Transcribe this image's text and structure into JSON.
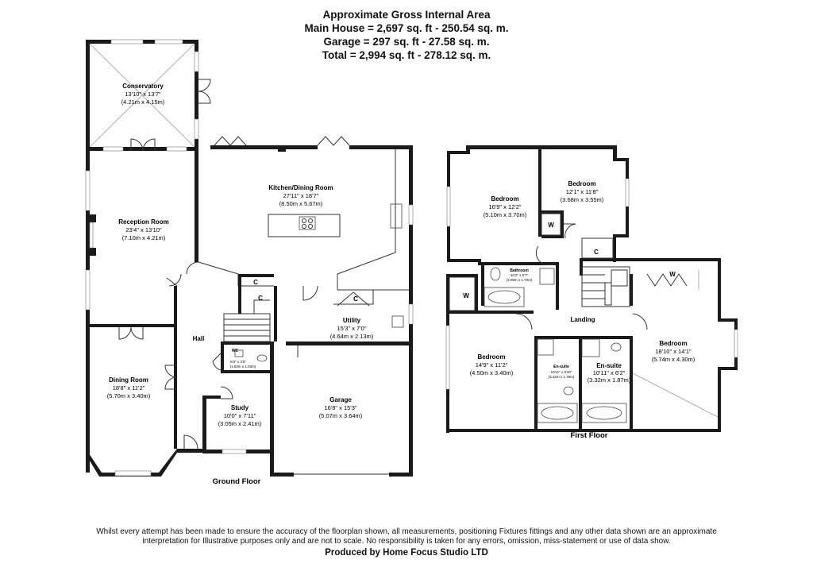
{
  "header": {
    "title": "Approximate Gross Internal Area",
    "main_house": "Main House = 2,697 sq. ft - 250.54 sq. m.",
    "garage": "Garage = 297 sq. ft - 27.58 sq. m.",
    "total": "Total = 2,994 sq. ft - 278.12 sq. m."
  },
  "ground_floor": {
    "label": "Ground Floor",
    "conservatory": {
      "name": "Conservatory",
      "imperial": "13'10\" x 13'7\"",
      "metric": "(4.21m x 4.15m)"
    },
    "reception": {
      "name": "Reception Room",
      "imperial": "23'4\" x 13'10\"",
      "metric": "(7.10m x 4.21m)"
    },
    "kitchen": {
      "name": "Kitchen/Dining Room",
      "imperial": "27'11\" x 18'7\"",
      "metric": "(8.50m x 5.67m)"
    },
    "utility": {
      "name": "Utility",
      "imperial": "15'3\" x 7'0\"",
      "metric": "(4.64m x 2.13m)"
    },
    "hall": {
      "name": "Hall"
    },
    "wc": {
      "name": "WC",
      "imperial": "6'0\" x 3'5\"",
      "metric": "(1.83m x 1.03m)"
    },
    "dining": {
      "name": "Dining Room",
      "imperial": "18'8\" x 11'2\"",
      "metric": "(5.70m x 3.40m)"
    },
    "study": {
      "name": "Study",
      "imperial": "10'0\" x 7'11\"",
      "metric": "(3.05m x 2.41m)"
    },
    "garage": {
      "name": "Garage",
      "imperial": "16'8\" x 15'3\"",
      "metric": "(5.07m x 3.64m)"
    },
    "cupboard": "C"
  },
  "first_floor": {
    "label": "First Floor",
    "bedroom1": {
      "name": "Bedroom",
      "imperial": "16'9\" x 12'2\"",
      "metric": "(5.10m x 3.70m)"
    },
    "bedroom2": {
      "name": "Bedroom",
      "imperial": "12'1\" x 11'8\"",
      "metric": "(3.68m x 3.55m)"
    },
    "bathroom": {
      "name": "Bathroom",
      "imperial": "10'2\" x 5'7\"",
      "metric": "(3.09m x 1.70m)"
    },
    "landing": {
      "name": "Landing"
    },
    "bedroom3": {
      "name": "Bedroom",
      "imperial": "14'9\" x 11'2\"",
      "metric": "(4.50m x 3.40m)"
    },
    "ensuite1": {
      "name": "En-suite",
      "imperial": "10'11\" x 5'10\"",
      "metric": "(3.32m x 1.78m)"
    },
    "ensuite2": {
      "name": "En-suite",
      "imperial": "10'11\" x 6'2\"",
      "metric": "(3.32m x 1.87m)"
    },
    "bedroom4": {
      "name": "Bedroom",
      "imperial": "18'10\" x 14'1\"",
      "metric": "(5.74m x 4.30m)"
    },
    "wardrobe": "W",
    "cupboard": "C"
  },
  "footer": {
    "disclaimer_line1": "Whilst every attempt has been made to ensure the accuracy of the floorplan shown, all measurements, positioning Fixtures fittings and any other data shown are an approximate",
    "disclaimer_line2": "interpretation for Illustrative purposes only  and are not to scale. No responsibility is taken for any errors, omission, miss-statement or use of data show.",
    "produced_by": "Produced by Home Focus Studio LTD"
  }
}
